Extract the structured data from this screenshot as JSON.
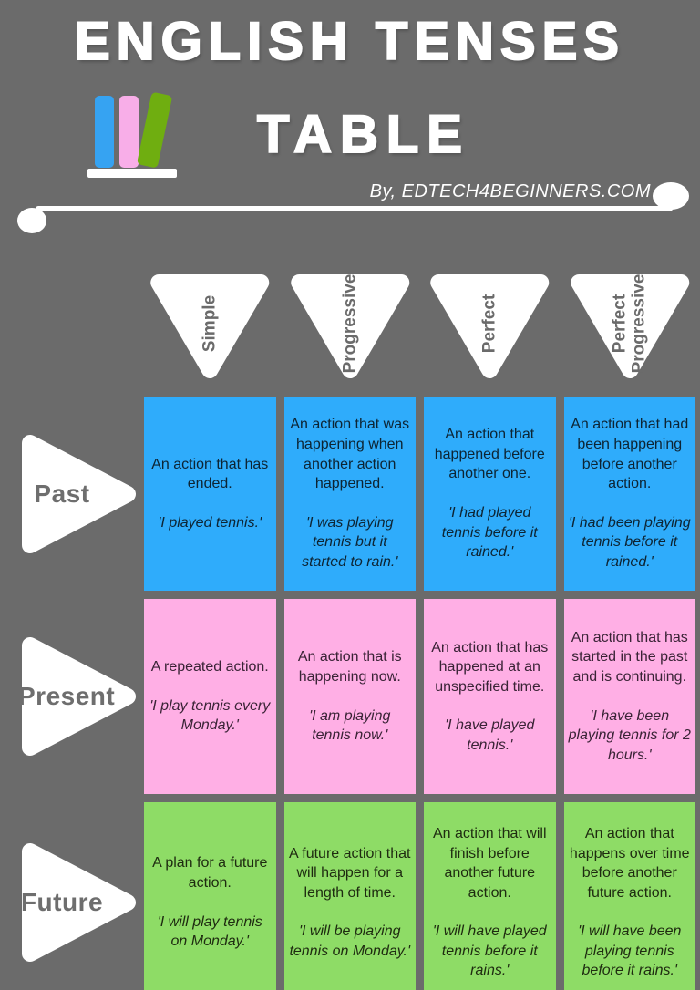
{
  "header": {
    "title_line1": "ENGLISH TENSES",
    "title_line2": "TABLE",
    "byline": "By, EDTECH4BEGINNERS.COM"
  },
  "colors": {
    "background": "#6b6b6b",
    "past_cell": "#2facfb",
    "present_cell": "#ffafe5",
    "future_cell": "#8edc66",
    "book_blue": "#36a3f2",
    "book_pink": "#f8aee8",
    "book_green": "#6fae10",
    "shape_white": "#ffffff",
    "label_gray": "#6e6e6e"
  },
  "table": {
    "column_headers": [
      "Simple",
      "Progressive",
      "Perfect",
      "Perfect Progressive"
    ],
    "rows": [
      {
        "label": "Past",
        "cells": [
          {
            "description": "An action that has ended.",
            "example": "'I played tennis.'"
          },
          {
            "description": "An action that was happening when another action happened.",
            "example": "'I was playing tennis but it started to rain.'"
          },
          {
            "description": "An action that happened before another one.",
            "example": "'I had played tennis before it rained.'"
          },
          {
            "description": "An action that had been happening before another action.",
            "example": "'I had been playing tennis before it rained.'"
          }
        ]
      },
      {
        "label": "Present",
        "cells": [
          {
            "description": "A repeated action.",
            "example": "'I play tennis every Monday.'"
          },
          {
            "description": "An action that is happening now.",
            "example": "'I am playing tennis now.'"
          },
          {
            "description": "An action that has happened at an unspecified time.",
            "example": "'I have played tennis.'"
          },
          {
            "description": "An action that has started in the past and is continuing.",
            "example": "'I have been playing tennis for 2 hours.'"
          }
        ]
      },
      {
        "label": "Future",
        "cells": [
          {
            "description": "A plan for a future action.",
            "example": "'I will play tennis on Monday.'"
          },
          {
            "description": "A future action that will happen for a length of time.",
            "example": "'I will be playing tennis on Monday.'"
          },
          {
            "description": "An action that will finish before another future action.",
            "example": "'I will have played tennis before it rains.'"
          },
          {
            "description": "An action that happens over time before another future action.",
            "example": "'I will have been playing tennis before it rains.'"
          }
        ]
      }
    ]
  }
}
